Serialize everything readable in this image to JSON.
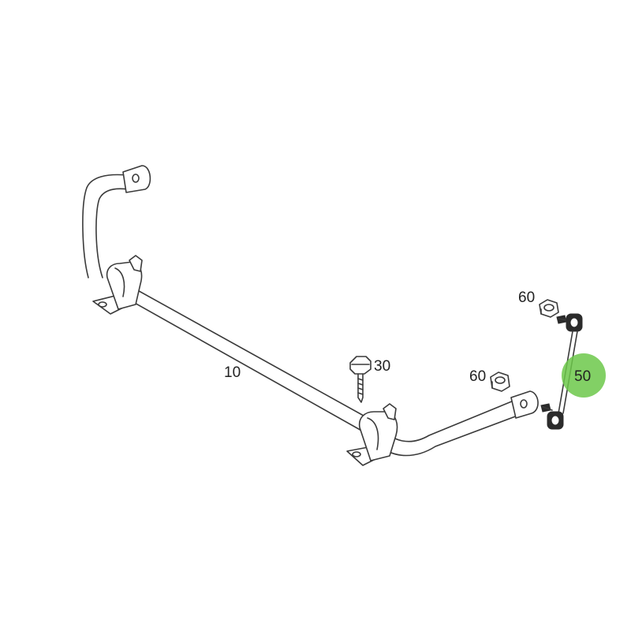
{
  "diagram": {
    "highlight_color": "#6cc84a",
    "parts": [
      {
        "id": "stabilizer-bar",
        "label": "10"
      },
      {
        "id": "bolt",
        "label": "30"
      },
      {
        "id": "link",
        "label": "50",
        "highlighted": true
      },
      {
        "id": "nut-upper",
        "label": "60"
      },
      {
        "id": "nut-lower",
        "label": "60"
      }
    ]
  }
}
